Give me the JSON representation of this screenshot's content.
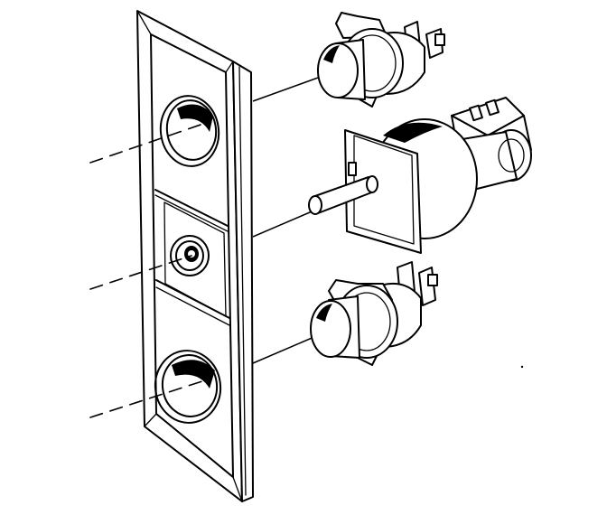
{
  "diagram": {
    "parts": [
      {
        "id": "panel",
        "kind": "switch-bezel-panel"
      },
      {
        "id": "switch-upper",
        "kind": "push-switch"
      },
      {
        "id": "switch-center",
        "kind": "rotary-switch-with-shaft"
      },
      {
        "id": "switch-lower",
        "kind": "push-switch"
      }
    ],
    "colors": {
      "ink": "#000000",
      "paper": "#ffffff"
    }
  }
}
